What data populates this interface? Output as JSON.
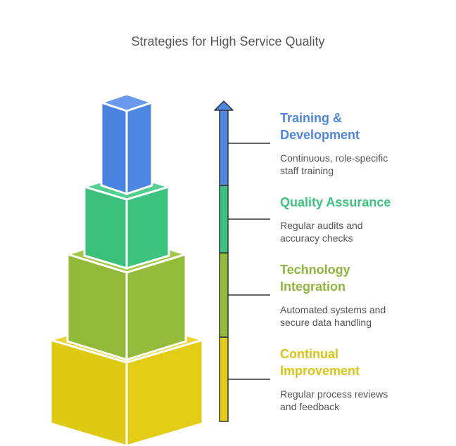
{
  "title": "Strategies for High Service Quality",
  "colors": {
    "blue": "#4e86e4",
    "green": "#3cc47f",
    "lime": "#94bb3a",
    "yellow": "#e2cc14"
  },
  "items": [
    {
      "heading": "Training &\nDevelopment",
      "description": "Continuous, role-specific\nstaff training"
    },
    {
      "heading": "Quality Assurance",
      "description": "Regular audits and\naccuracy checks"
    },
    {
      "heading": "Technology\nIntegration",
      "description": "Automated systems and\nsecure data handling"
    },
    {
      "heading": "Continual\nImprovement",
      "description": "Regular process reviews\nand feedback"
    }
  ]
}
